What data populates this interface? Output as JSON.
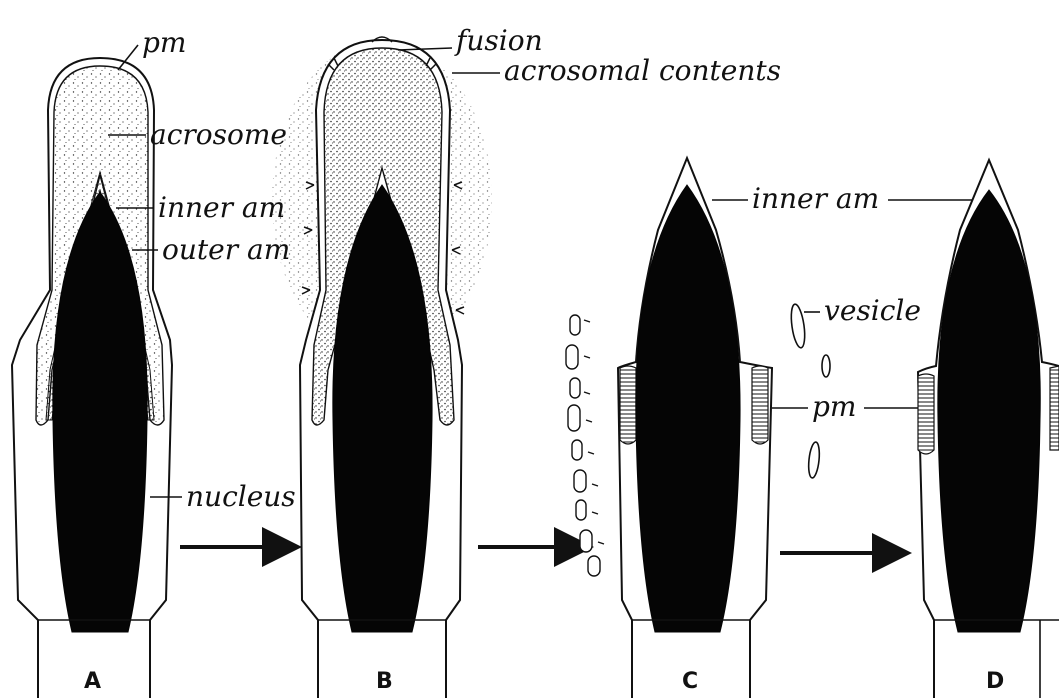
{
  "labels": {
    "pm_a": "pm",
    "acrosome": "acrosome",
    "inner_am_a": "inner am",
    "outer_am": "outer am",
    "nucleus": "nucleus",
    "fusion": "fusion",
    "acrosomal_contents": "acrosomal contents",
    "inner_am_c": "inner am",
    "vesicle": "vesicle",
    "pm_c": "pm"
  },
  "panels": [
    "A",
    "B",
    "C",
    "D"
  ],
  "colors": {
    "ink": "#111111",
    "nucleus": "#050505",
    "stipple": "#333333"
  },
  "arrows": [
    "arrow-right-icon",
    "arrow-right-icon",
    "arrow-right-icon"
  ]
}
